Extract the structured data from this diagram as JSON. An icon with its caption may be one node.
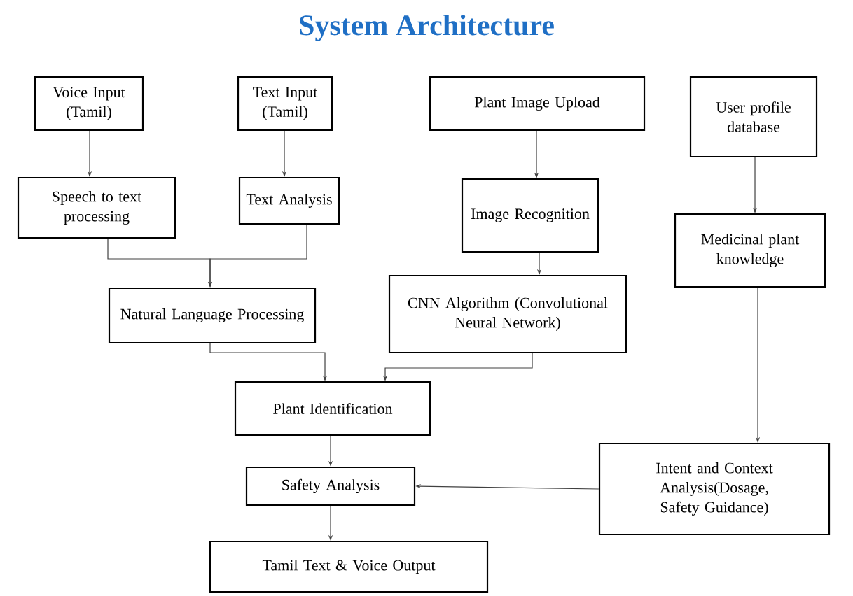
{
  "diagram": {
    "title": "System Architecture",
    "nodes": [
      {
        "text": [
          "Voice Input (Tamil)"
        ]
      },
      {
        "text": [
          "Text Input (Tamil)"
        ]
      },
      {
        "text": [
          "Plant Image Upload"
        ]
      },
      {
        "text": [
          "User profile database"
        ]
      },
      {
        "text": [
          "Speech to text processing"
        ]
      },
      {
        "text": [
          "Text Analysis"
        ]
      },
      {
        "text": [
          "Image Recognition"
        ]
      },
      {
        "text": [
          "Medicinal plant knowledge"
        ]
      },
      {
        "text": [
          "Natural Language Processing"
        ]
      },
      {
        "text": [
          "CNN Algorithm (Convolutional Neural Network)"
        ]
      },
      {
        "text": [
          "Plant Identification"
        ]
      },
      {
        "text": [
          "Safety Analysis"
        ]
      },
      {
        "text": [
          "Intent and Context Analysis(Dosage, Safety Guidance)"
        ]
      },
      {
        "text": [
          "Tamil Text & Voice Output"
        ]
      }
    ],
    "edges": [
      {
        "from": 0,
        "to": 4,
        "arrow": "to"
      },
      {
        "from": 1,
        "to": 5,
        "arrow": "to"
      },
      {
        "from": 4,
        "to": 8,
        "arrow": "to"
      },
      {
        "from": 5,
        "to": 8,
        "arrow": "to"
      },
      {
        "from": 2,
        "to": 6,
        "arrow": "to"
      },
      {
        "from": 6,
        "to": 9,
        "arrow": "to"
      },
      {
        "from": 3,
        "to": 7,
        "arrow": "to"
      },
      {
        "from": 7,
        "to": 12,
        "arrow": "to"
      },
      {
        "from": 8,
        "to": 10,
        "arrow": "to"
      },
      {
        "from": 9,
        "to": 10,
        "arrow": "to"
      },
      {
        "from": 10,
        "to": 11,
        "arrow": "to"
      },
      {
        "from": 12,
        "to": 11,
        "arrow": "to"
      },
      {
        "from": 11,
        "to": 13,
        "arrow": "to"
      }
    ]
  }
}
